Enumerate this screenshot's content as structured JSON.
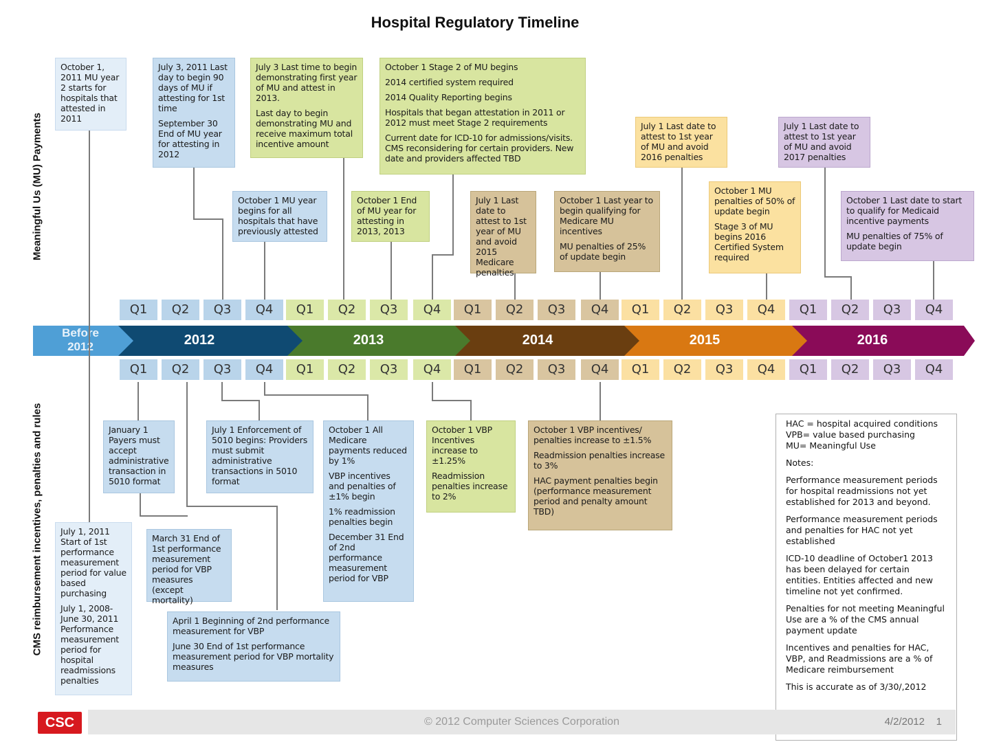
{
  "title": "Hospital Regulatory Timeline",
  "side_labels": {
    "top": "Meaningful Us (MU) Payments",
    "bottom": "CMS reimbursement incentives, penalties and rules"
  },
  "colors": {
    "before": "#4f9fd6",
    "y2012": "#0f4a72",
    "y2013": "#4a7a2c",
    "y2014": "#6a3e10",
    "y2015": "#d97812",
    "y2016": "#8a0b58"
  },
  "timeline": {
    "before": "Before 2012",
    "years": [
      "2012",
      "2013",
      "2014",
      "2015",
      "2016"
    ],
    "quarters": [
      "Q1",
      "Q2",
      "Q3",
      "Q4",
      "Q1",
      "Q2",
      "Q3",
      "Q4",
      "Q1",
      "Q2",
      "Q3",
      "Q4",
      "Q1",
      "Q2",
      "Q3",
      "Q4",
      "Q1",
      "Q2",
      "Q3",
      "Q4"
    ]
  },
  "top_boxes": [
    {
      "paras": [
        "October 1, 2011 MU year 2 starts for hospitals that attested in 2011"
      ]
    },
    {
      "paras": [
        "July 3, 2011 Last day to begin 90 days of MU if attesting for 1st time",
        "September 30 End of MU year for attesting in 2012"
      ]
    },
    {
      "paras": [
        "July 3 Last time to begin demonstrating first year of MU and attest in 2013.",
        "Last day to begin demonstrating MU and receive maximum total incentive amount"
      ]
    },
    {
      "paras": [
        "October 1 Stage 2 of MU begins",
        "2014 certified system required",
        "2014 Quality Reporting begins",
        "Hospitals that began attestation in 2011 or 2012 must meet Stage 2 requirements",
        "Current date for ICD-10 for admissions/visits. CMS reconsidering for certain providers. New date and providers affected TBD"
      ]
    },
    {
      "paras": [
        "October 1 MU year begins for all hospitals that have previously attested"
      ]
    },
    {
      "paras": [
        "October 1 End of MU year for attesting in 2013, 2013"
      ]
    },
    {
      "paras": [
        "July 1 Last date to attest to 1st year of MU and avoid 2015 Medicare penalties"
      ]
    },
    {
      "paras": [
        "October 1 Last year to begin qualifying for Medicare MU incentives",
        "MU penalties of 25% of update begin"
      ]
    },
    {
      "paras": [
        "July 1 Last date to attest to 1st year of MU and avoid 2016 penalties"
      ]
    },
    {
      "paras": [
        "October 1 MU penalties of 50% of update begin",
        "Stage 3 of MU begins 2016 Certified System required"
      ]
    },
    {
      "paras": [
        "July 1 Last date to attest to 1st year of MU and avoid 2017 penalties"
      ]
    },
    {
      "paras": [
        "October 1 Last date to start to qualify for Medicaid incentive payments",
        "MU penalties of 75% of update begin"
      ]
    }
  ],
  "bottom_boxes": [
    {
      "paras": [
        "January 1 Payers must accept administrative transaction in 5010 format"
      ]
    },
    {
      "paras": [
        "July 1 Enforcement of 5010 begins: Providers must submit administrative transactions in 5010 format"
      ]
    },
    {
      "paras": [
        "October 1 All Medicare payments reduced by 1%",
        "VBP incentives and penalties of ±1% begin",
        "1% readmission penalties begin",
        "December 31 End of 2nd performance measurement period for VBP"
      ]
    },
    {
      "paras": [
        "October 1 VBP Incentives increase to ±1.25%",
        "Readmission penalties increase to 2%"
      ]
    },
    {
      "paras": [
        "October 1 VBP incentives/ penalties increase to ±1.5%",
        "Readmission penalties increase to 3%",
        "HAC payment penalties begin (performance measurement period and penalty amount TBD)"
      ]
    },
    {
      "paras": [
        "July 1, 2011 Start of 1st performance measurement period for value based purchasing",
        "July 1, 2008-June 30, 2011 Performance measurement period for hospital readmissions penalties"
      ]
    },
    {
      "paras": [
        "March 31 End of 1st performance measurement period for VBP measures (except mortality)"
      ]
    },
    {
      "paras": [
        "April 1 Beginning of 2nd performance measurement for VBP",
        "June 30 End of 1st performance measurement period for VBP mortality measures"
      ]
    }
  ],
  "legend": {
    "defs": [
      "HAC = hospital acquired conditions",
      "VPB= value based purchasing",
      "MU= Meaningful Use"
    ],
    "notes_label": "Notes:",
    "notes": [
      "Performance measurement periods for hospital readmissions not yet established for 2013 and beyond.",
      "Performance measurement periods and penalties for HAC not yet established",
      "ICD-10 deadline of October1 2013 has been delayed for certain entities. Entities affected and new timeline not yet confirmed.",
      "Penalties for not meeting Meaningful Use are a % of the CMS annual payment update",
      "Incentives and penalties for HAC, VBP, and Readmissions are a % of Medicare reimbursement",
      "This is accurate as of 3/30/,2012"
    ]
  },
  "footer": {
    "logo": "CSC",
    "copyright": "© 2012 Computer Sciences Corporation",
    "date": "4/2/2012",
    "page": "1"
  }
}
